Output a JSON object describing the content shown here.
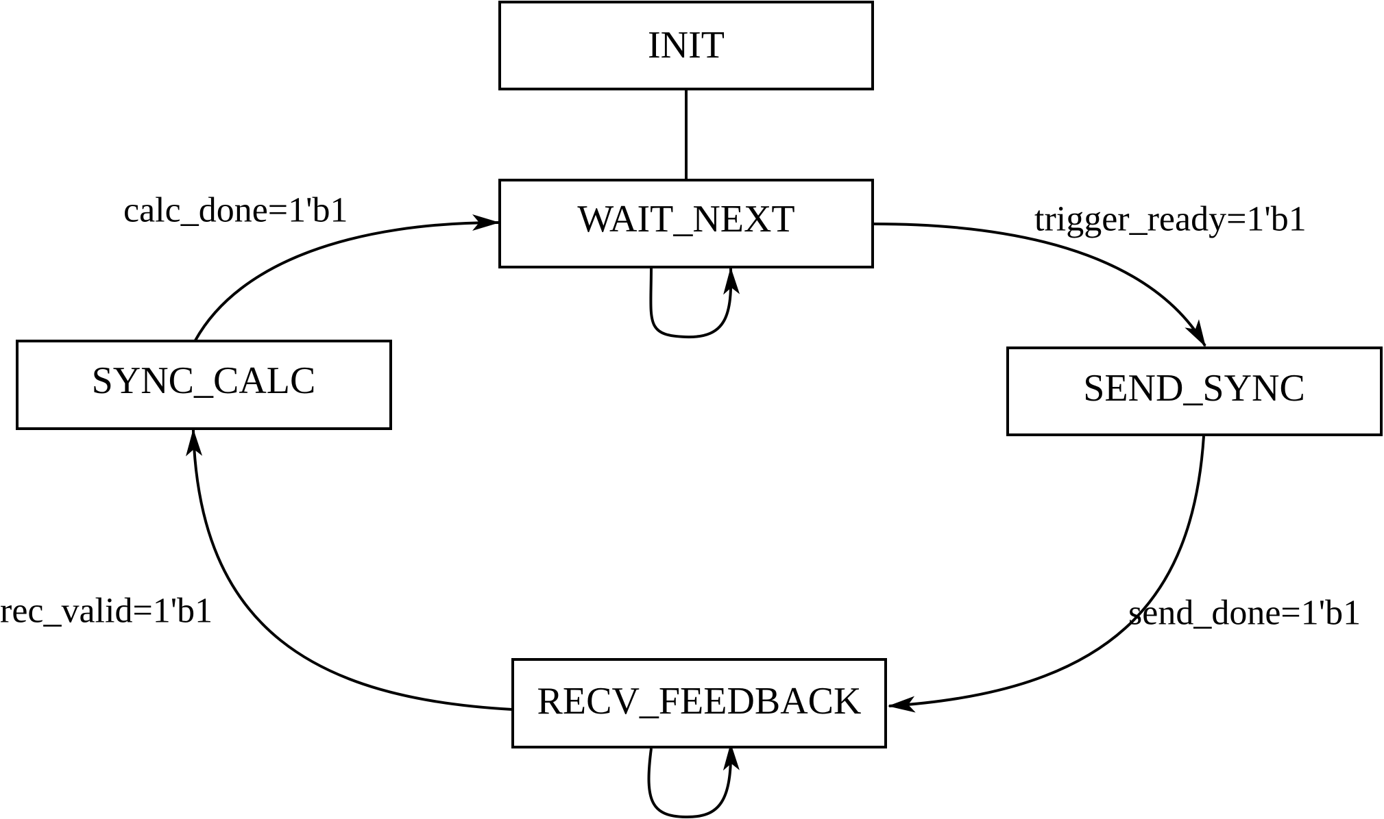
{
  "states": {
    "init": "INIT",
    "wait_next": "WAIT_NEXT",
    "send_sync": "SEND_SYNC",
    "recv_feedback": "RECV_FEEDBACK",
    "sync_calc": "SYNC_CALC"
  },
  "transitions": {
    "wait_to_send": "trigger_ready=1'b1",
    "send_to_recv": "send_done=1'b1",
    "recv_to_calc": "rec_valid=1'b1",
    "calc_to_wait": "calc_done=1'b1"
  }
}
